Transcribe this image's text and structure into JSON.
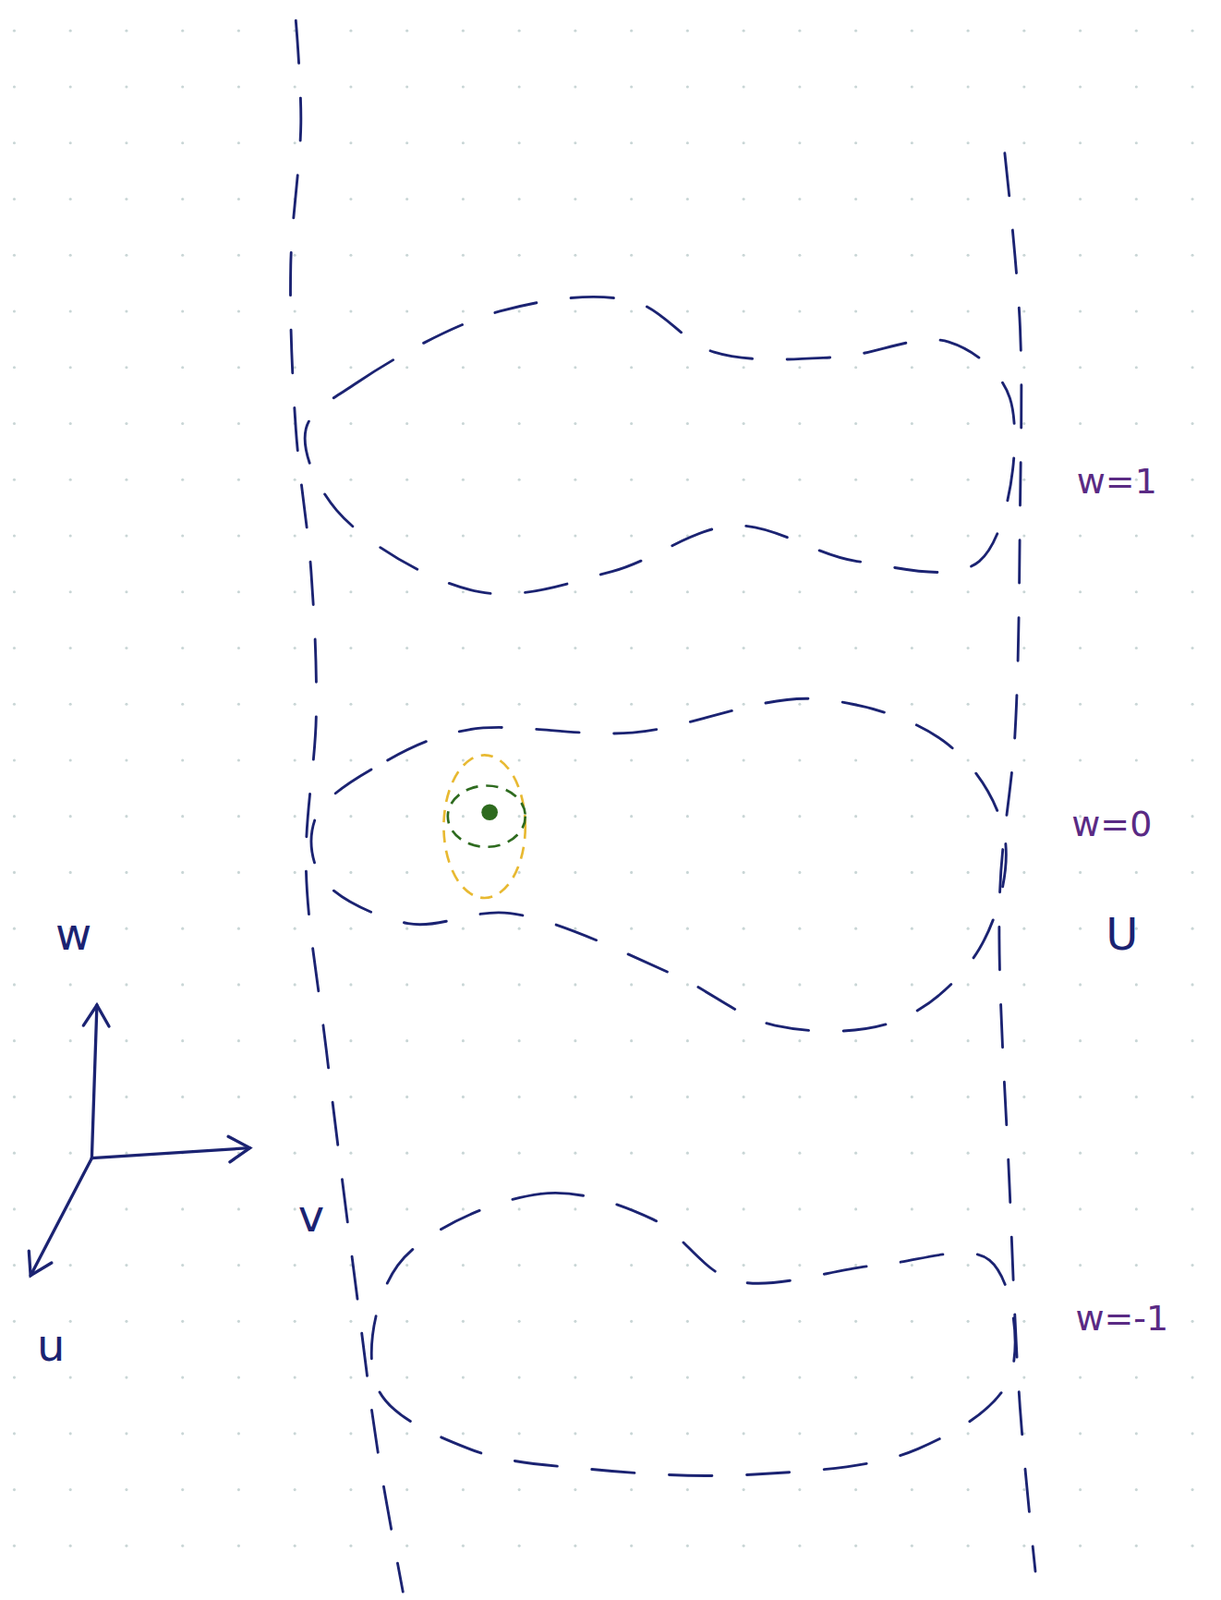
{
  "diagram": {
    "labels": [
      "w",
      "v",
      "u",
      "w=1",
      "w=0",
      "U",
      "w=-1"
    ]
  }
}
